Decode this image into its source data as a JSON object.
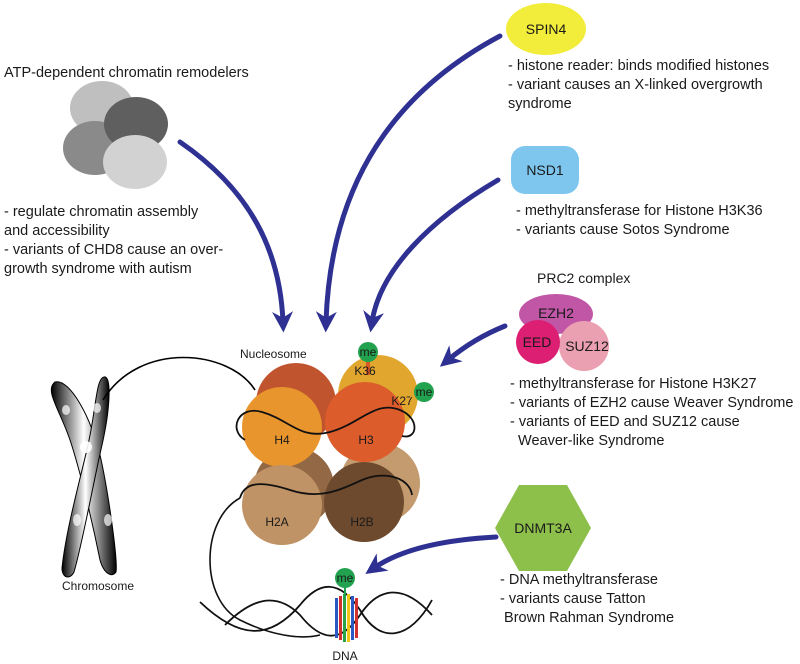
{
  "remodelers": {
    "title": "ATP-dependent chromatin remodelers",
    "desc": [
      "- regulate chromatin assembly",
      "and accessibility",
      "- variants of CHD8 cause an over-",
      "growth syndrome with autism"
    ]
  },
  "spin4": {
    "label": "SPIN4",
    "desc": [
      "- histone reader: binds modified histones",
      "- variant causes an X-linked overgrowth",
      "syndrome"
    ],
    "color": "#f2ec3a"
  },
  "nsd1": {
    "label": "NSD1",
    "desc": [
      "- methyltransferase for Histone H3K36",
      "- variants cause Sotos Syndrome"
    ],
    "color": "#7ec6ee"
  },
  "prc2": {
    "title": "PRC2 complex",
    "ezh2": "EZH2",
    "eed": "EED",
    "suz12": "SUZ12",
    "desc": [
      "- methyltransferase for Histone H3K27",
      "- variants of EZH2 cause Weaver Syndrome",
      "- variants of EED and SUZ12 cause",
      "  Weaver-like Syndrome"
    ]
  },
  "dnmt3a": {
    "label": "DNMT3A",
    "desc": [
      "- DNA methyltransferase",
      "- variants cause Tatton",
      " Brown Rahman Syndrome"
    ],
    "color": "#8dc04a"
  },
  "nucleosome": {
    "title": "Nucleosome",
    "h4": "H4",
    "h3": "H3",
    "h2a": "H2A",
    "h2b": "H2B",
    "k36": "K36",
    "k27": "K27",
    "me": "me"
  },
  "chromosome": {
    "label": "Chromosome"
  },
  "dna": {
    "label": "DNA",
    "me": "me"
  },
  "colors": {
    "arrow": "#2e3192",
    "me": "#22a24e"
  }
}
